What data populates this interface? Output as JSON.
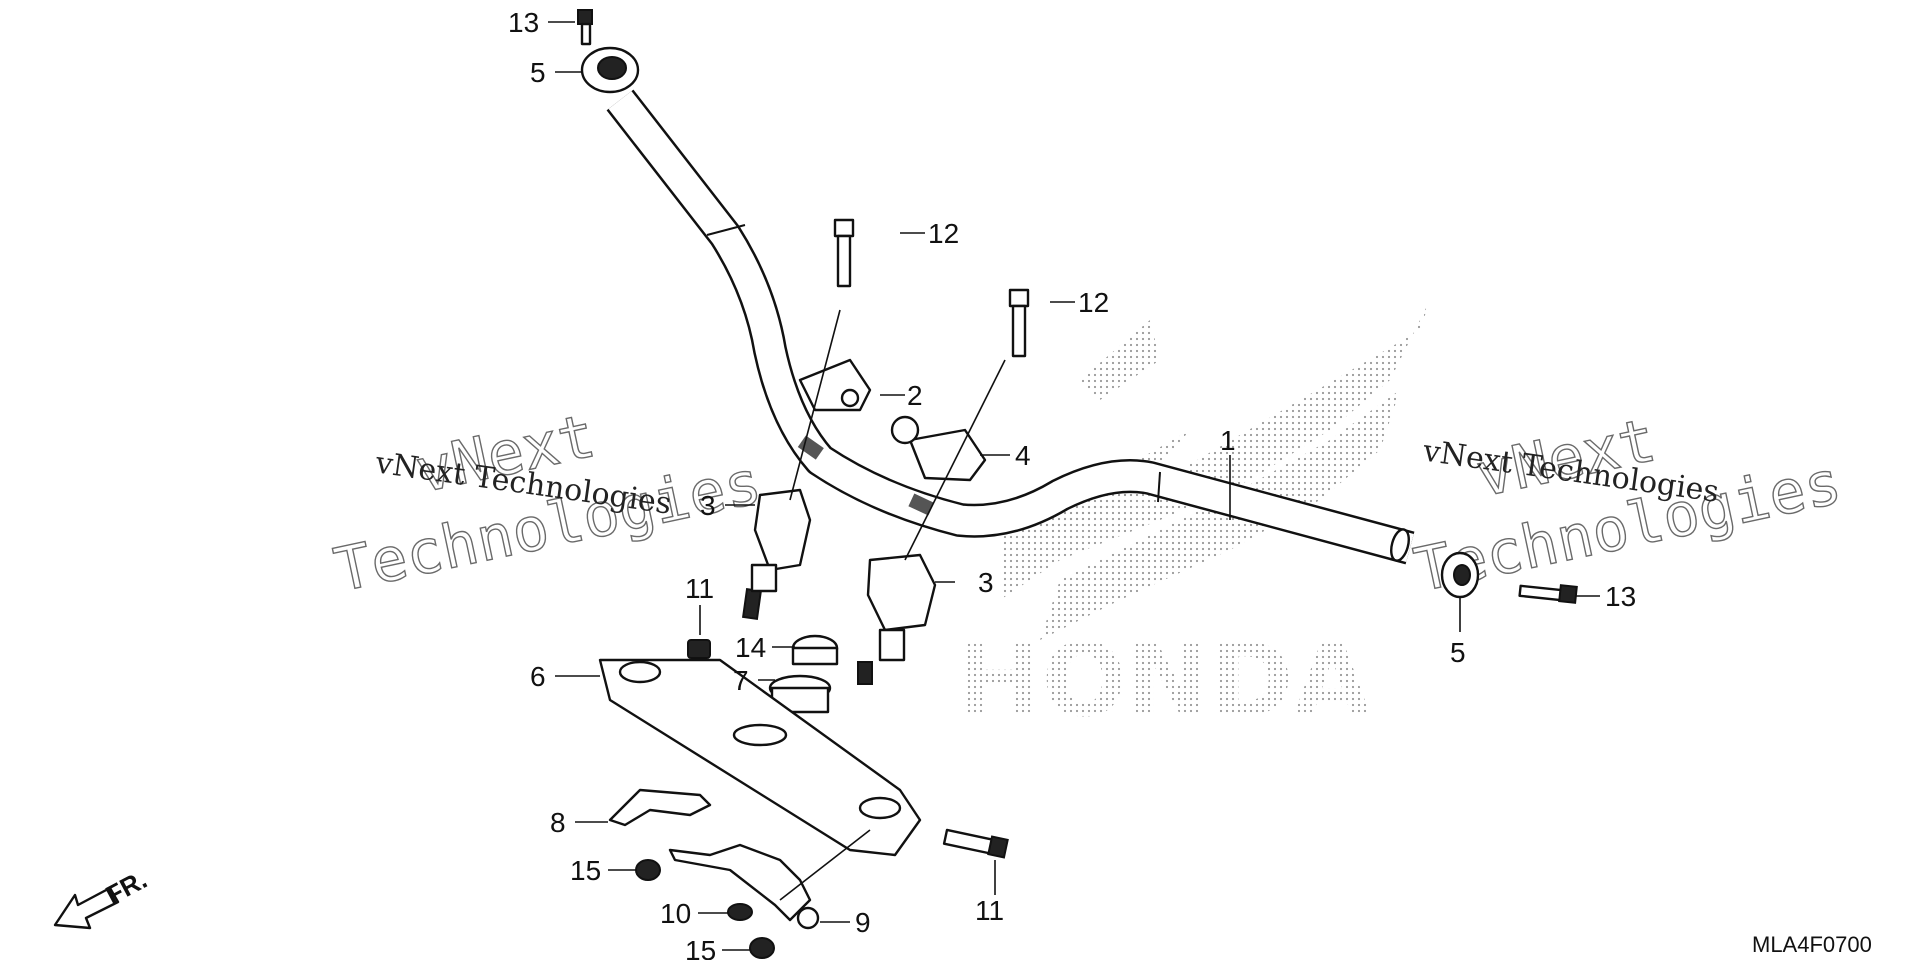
{
  "watermark": {
    "left": {
      "line1": "vNext",
      "line2": "Technologies",
      "caption": "vNext Technologies"
    },
    "right": {
      "line1": "vNext",
      "line2": "Technologies",
      "caption": "vNext Technologies"
    }
  },
  "brand_text": "HONDA",
  "direction_label": "FR.",
  "diagram_code": "MLA4F0700",
  "callouts": [
    "13",
    "5",
    "12",
    "12",
    "2",
    "4",
    "1",
    "3",
    "3",
    "11",
    "14",
    "7",
    "6",
    "8",
    "15",
    "10",
    "15",
    "9",
    "11",
    "5",
    "13"
  ],
  "colors": {
    "line": "#111111",
    "watermark": "#6a6a6a",
    "dots": "#999999"
  }
}
